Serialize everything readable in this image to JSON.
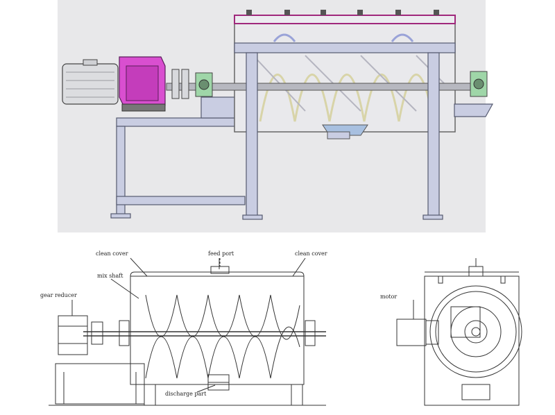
{
  "labels": {
    "clean_cover_left": "clean  cover",
    "feed_port": "feed port",
    "clean_cover_right": "clean  cover",
    "mix_shaft": "mix shaft",
    "gear_reducer": "gear reducer",
    "motor": "motor",
    "discharge_part": "discharge part"
  },
  "colors": {
    "render_background": "#e8e8ea",
    "frame": "#c9cde2",
    "frame_edge": "#555a70",
    "gear_reducer": "#d94fd0",
    "motor_body": "#dcdde0",
    "drum_rim": "#a0287c",
    "ribbon_yellow": "#d8d4a8",
    "ribbon_blue": "#9aa3d8",
    "line_drawing": "#333333"
  }
}
